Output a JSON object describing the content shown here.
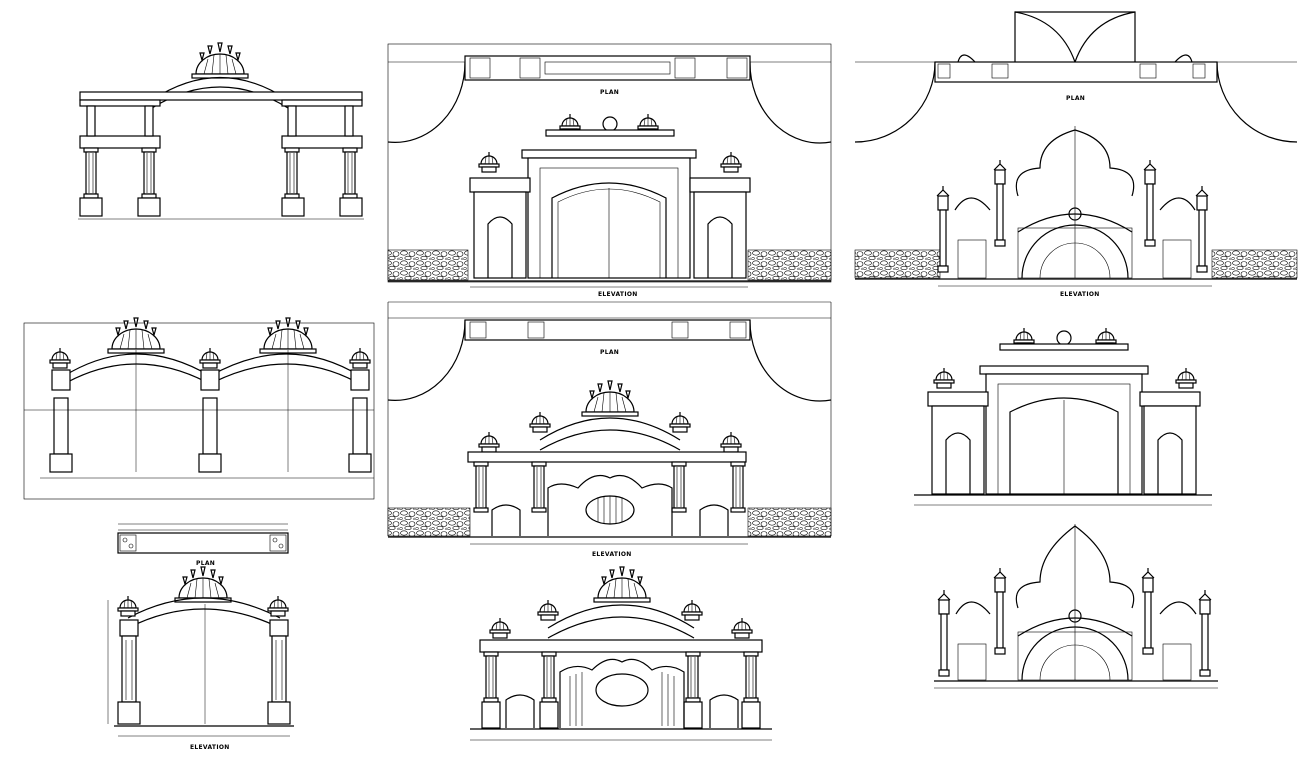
{
  "drawing": {
    "labels": {
      "plan_a": "PLAN",
      "elevation_a": "ELEVATION",
      "plan_b": "PLAN",
      "plan_c": "PLAN",
      "elevation_c": "ELEVATION",
      "elevation_d": "ELEVATION",
      "plan_e": "PLAN",
      "elevation_e": "ELEVATION"
    },
    "colors": {
      "line": "#000000",
      "background": "#ffffff"
    }
  }
}
